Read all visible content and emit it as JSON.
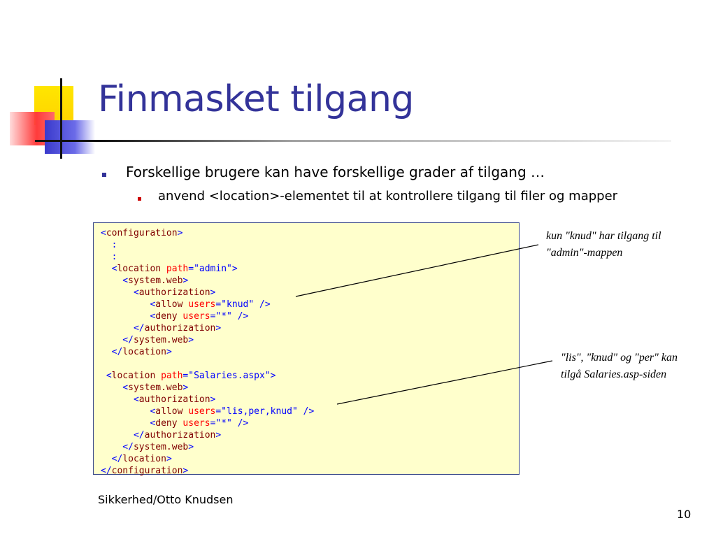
{
  "slide": {
    "title": "Finmasket tilgang",
    "bullets": [
      "Forskellige brugere kan have forskellige grader af tilgang …",
      "anvend <location>-elementet til at kontrollere tilgang til filer og mapper"
    ],
    "code": {
      "l01": {
        "open": "<",
        "tag": "configuration",
        "close": ">"
      },
      "l02": {
        "text": "  :"
      },
      "l03": {
        "text": "  :"
      },
      "l04": {
        "open": "  <",
        "tag": "location",
        "attr": " path",
        "eq": "=",
        "val": "\"admin\"",
        "close": ">"
      },
      "l05": {
        "open": "    <",
        "tag": "system.web",
        "close": ">"
      },
      "l06": {
        "open": "      <",
        "tag": "authorization",
        "close": ">"
      },
      "l07": {
        "open": "         <",
        "tag": "allow",
        "attr": " users",
        "eq": "=",
        "val": "\"knud\"",
        "close": " />"
      },
      "l08": {
        "open": "         <",
        "tag": "deny",
        "attr": " users",
        "eq": "=",
        "val": "\"*\"",
        "close": " />"
      },
      "l09": {
        "open": "      </",
        "tag": "authorization",
        "close": ">"
      },
      "l10": {
        "open": "    </",
        "tag": "system.web",
        "close": ">"
      },
      "l11": {
        "open": "  </",
        "tag": "location",
        "close": ">"
      },
      "l13": {
        "open": " <",
        "tag": "location",
        "attr": " path",
        "eq": "=",
        "val": "\"Salaries.aspx\"",
        "close": ">"
      },
      "l14": {
        "open": "    <",
        "tag": "system.web",
        "close": ">"
      },
      "l15": {
        "open": "      <",
        "tag": "authorization",
        "close": ">"
      },
      "l16": {
        "open": "         <",
        "tag": "allow",
        "attr": " users",
        "eq": "=",
        "val": "\"lis,per,knud\"",
        "close": " />"
      },
      "l17": {
        "open": "         <",
        "tag": "deny",
        "attr": " users",
        "eq": "=",
        "val": "\"*\"",
        "close": " />"
      },
      "l18": {
        "open": "      </",
        "tag": "authorization",
        "close": ">"
      },
      "l19": {
        "open": "    </",
        "tag": "system.web",
        "close": ">"
      },
      "l20": {
        "open": "  </",
        "tag": "location",
        "close": ">"
      },
      "l21": {
        "open": "</",
        "tag": "configuration",
        "close": ">"
      }
    },
    "annotations": [
      "kun \"knud\" har tilgang til \"admin\"-mappen",
      "\"lis\", \"knud\" og \"per\" kan tilgå Salaries.asp-siden"
    ],
    "footer": "Sikkerhed/Otto Knudsen",
    "page_number": "10"
  },
  "colors": {
    "title": "#333399",
    "code_background": "#ffffcc",
    "code_punct": "#0000ff",
    "code_tag": "#800000",
    "code_attr": "#ff0000"
  }
}
